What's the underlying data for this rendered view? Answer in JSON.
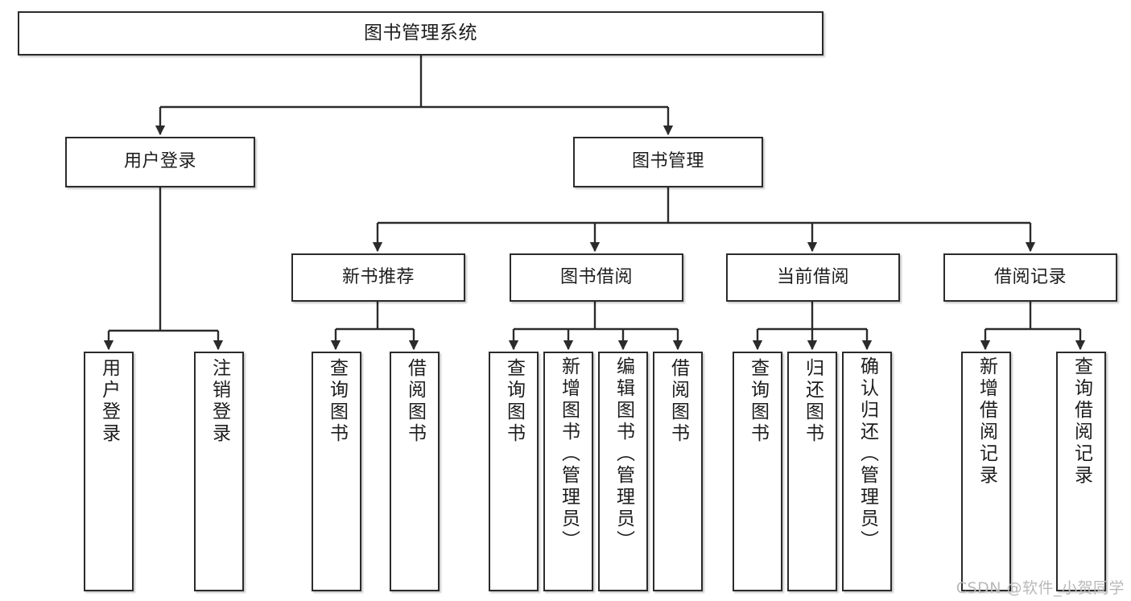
{
  "diagram": {
    "type": "tree-hierarchy-chart",
    "title": "图书管理系统",
    "line_color": "#2b2b2b",
    "box_fill": "#ffffff",
    "text_color": "#1d1d1d",
    "watermark": "CSDN @软件_小贺同学",
    "nodes": {
      "root": {
        "label": "图书管理系统"
      },
      "level2": [
        {
          "id": "user-login",
          "label": "用户登录"
        },
        {
          "id": "book-management",
          "label": "图书管理"
        }
      ],
      "level3": [
        {
          "id": "new-book-recommend",
          "label": "新书推荐"
        },
        {
          "id": "book-borrow",
          "label": "图书借阅"
        },
        {
          "id": "current-borrow",
          "label": "当前借阅"
        },
        {
          "id": "borrow-record",
          "label": "借阅记录"
        }
      ],
      "leaves": {
        "user_login": [
          {
            "id": "leaf-user-login",
            "label": "用户登录"
          },
          {
            "id": "leaf-logout",
            "label": "注销登录"
          }
        ],
        "new_book_recommend": [
          {
            "id": "leaf-query-book-1",
            "label": "查询图书"
          },
          {
            "id": "leaf-borrow-book-1",
            "label": "借阅图书"
          }
        ],
        "book_borrow": [
          {
            "id": "leaf-query-book-2",
            "label": "查询图书"
          },
          {
            "id": "leaf-add-book",
            "label": "新增图书（管理员）"
          },
          {
            "id": "leaf-edit-book",
            "label": "编辑图书（管理员）"
          },
          {
            "id": "leaf-borrow-book-2",
            "label": "借阅图书"
          }
        ],
        "current_borrow": [
          {
            "id": "leaf-query-book-3",
            "label": "查询图书"
          },
          {
            "id": "leaf-return-book",
            "label": "归还图书"
          },
          {
            "id": "leaf-confirm-return",
            "label": "确认归还（管理员）"
          }
        ],
        "borrow_record": [
          {
            "id": "leaf-add-record",
            "label": "新增借阅记录"
          },
          {
            "id": "leaf-query-record",
            "label": "查询借阅记录"
          }
        ]
      }
    }
  }
}
